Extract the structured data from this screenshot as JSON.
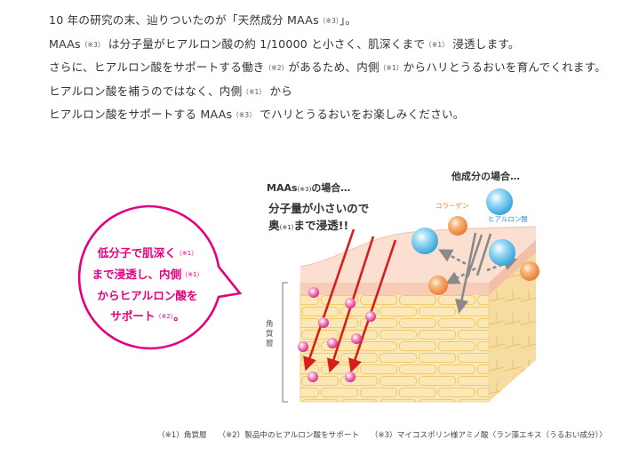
{
  "intro": {
    "line1": {
      "a": "10 年の研究の末、辿りついたのが「天然成分 MAAs",
      "note": "（※3）",
      "b": "」。"
    },
    "line2": {
      "a": "MAAs",
      "note1": "（※3）",
      "b": " は分子量がヒアルロン酸の約 1/10000 と小さく、肌深くまで",
      "note2": "（※1）",
      "c": " 浸透します。"
    },
    "line3": {
      "a": "さらに、ヒアルロン酸をサポートする働き",
      "note1": "（※2）",
      "b": "があるため、内側",
      "note2": "（※1）",
      "c": "からハリとうるおいを育んでくれます。"
    },
    "line4": {
      "a": "ヒアルロン酸を補うのではなく、内側",
      "note": "（※1）",
      "b": " から"
    },
    "line5": {
      "a": "ヒアルロン酸をサポートする MAAs",
      "note": "（※3）",
      "b": " でハリとうるおいをお楽しみください。"
    }
  },
  "bubble": {
    "l1": "低分子で肌深く",
    "n1": "（※1）",
    "l2": "まで浸透し、内側",
    "n2": "（※1）",
    "l3": "からヒアルロン酸を",
    "l4": "サポート",
    "n4": "（※2）",
    "l4b": "。"
  },
  "diagram": {
    "maas_title_a": "MAAs",
    "maas_title_note": "(※3)",
    "maas_title_b": "の場合…",
    "maas_sub1": "分子量が小さいので",
    "maas_sub2_a": "奥",
    "maas_sub2_note": "(※1)",
    "maas_sub2_b": "まで浸透!!",
    "other_title": "他成分の場合…",
    "collagen": "コラーゲン",
    "hyaluronic": "ヒアルロン酸",
    "layer_label": "角質層"
  },
  "footer": {
    "n1": "（※1）角質層",
    "n2": "（※2）製品中のヒアルロン酸をサポート",
    "n3": "（※3）マイコスポリン様アミノ酸〈ラン藻エキス（うるおい成分）〉"
  },
  "colors": {
    "accent": "#e4007f",
    "arrow": "#d81d1d",
    "blue": "#3aa7dc",
    "orange": "#ef8a3d"
  }
}
